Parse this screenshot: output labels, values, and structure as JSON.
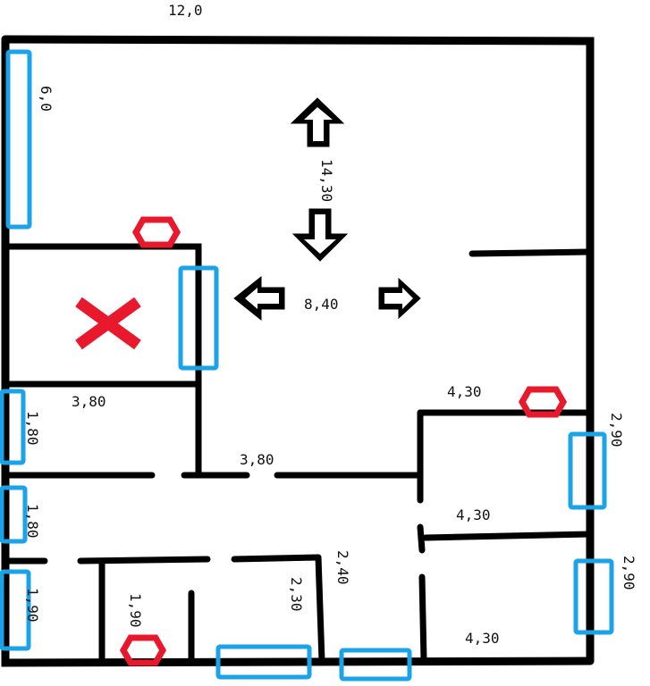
{
  "colors": {
    "wall": "#000000",
    "window": "#1aa3e8",
    "marker": "#e8192c",
    "background": "#ffffff"
  },
  "icons": [
    "arrow-up-icon",
    "arrow-down-icon",
    "arrow-left-icon",
    "arrow-right-icon",
    "cross-icon",
    "hexagon-marker-icon"
  ],
  "dimensions": {
    "top_width": "12,0",
    "left_window": "6,0",
    "corridor_length": "14,30",
    "hall_width": "8,40",
    "room1_width": "3,80",
    "room1_height": "1,80",
    "room2_height": "1,80",
    "room3_height": "1,90",
    "corridor_width": "3,80",
    "right_room1_width": "4,30",
    "right_room1_height": "2,90",
    "right_room2_width": "4,30",
    "right_room3_width": "4,30",
    "right_room3_height": "2,90",
    "mid_height_a": "2,40",
    "mid_height_b": "2,30",
    "small_height": "1,90"
  }
}
